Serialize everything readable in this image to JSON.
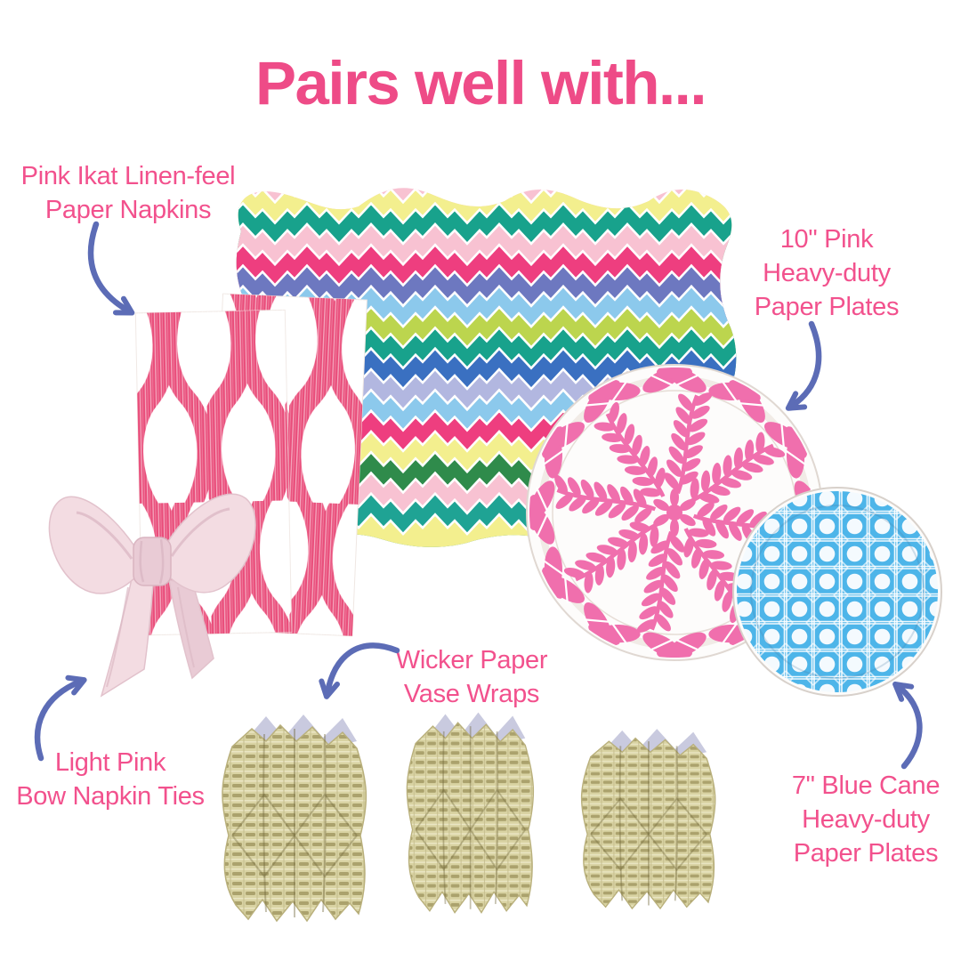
{
  "title": "Pairs well with...",
  "colors": {
    "background": "#FFFFFF",
    "title_pink": "#EE4B87",
    "label_pink": "#F2518D",
    "arrow_periwinkle": "#5C6CB6",
    "napkin_pink": "#E94E7B",
    "plate_pink": "#F06FAD",
    "plate_blue": "#4DB5E9",
    "plate_blue_hole": "#F4FAFE",
    "wicker_tan": "#D9D3A3",
    "wicker_weave_dark": "#ABA26D",
    "wicker_highlight": "#EFEBCC",
    "wicker_liner_lavender": "#C9CADF",
    "bow_pink_light": "#F3DCE2",
    "bow_pink_mid": "#E9CBD5",
    "bow_pink_line": "#DCB9C5"
  },
  "placemat": {
    "description": "scalloped-edge placemat with flame-stitch zigzag stripes",
    "stripe_colors": [
      "#F8C2D2",
      "#F3EF8E",
      "#18A28C",
      "#F8C2D2",
      "#EE3E7F",
      "#6D78C0",
      "#8CC9EC",
      "#BCD54E",
      "#18A28C",
      "#3A70C1",
      "#B2B7E0",
      "#8CC9EC",
      "#EE3E7F",
      "#F3EF8E",
      "#2F8B4B",
      "#F8C2D2",
      "#1FA394",
      "#F3EF8E"
    ]
  },
  "products": [
    {
      "id": "pink-ikat-napkins",
      "lines": [
        "Pink Ikat Linen-feel",
        "Paper Napkins"
      ]
    },
    {
      "id": "pink-paper-plates",
      "lines": [
        "10\" Pink",
        "Heavy-duty",
        "Paper Plates"
      ]
    },
    {
      "id": "light-pink-bow-napkin-ties",
      "lines": [
        "Light Pink",
        "Bow Napkin Ties"
      ]
    },
    {
      "id": "wicker-vase-wraps",
      "lines": [
        "Wicker Paper",
        "Vase Wraps"
      ]
    },
    {
      "id": "blue-cane-plates",
      "lines": [
        "7\" Blue Cane",
        "Heavy-duty",
        "Paper Plates"
      ]
    }
  ]
}
